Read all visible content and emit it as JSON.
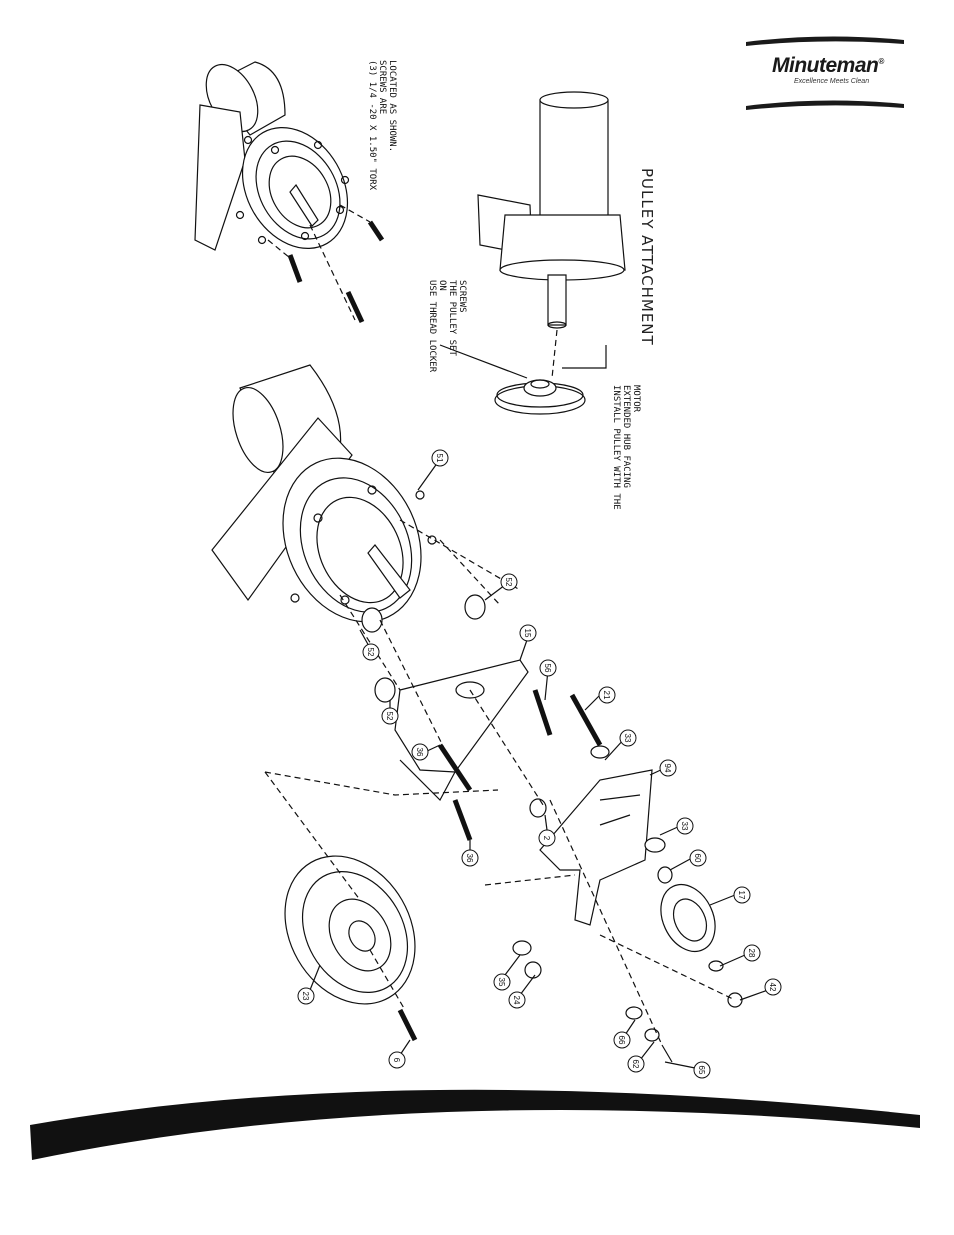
{
  "brand": {
    "name": "Minuteman",
    "registered": "®",
    "tagline": "Excellence Meets Clean"
  },
  "diagram": {
    "title": "PULLEY ATTACHMENT",
    "notes": {
      "torx": [
        "(3) 1/4 -20 X 1.50\" TORX",
        "SCREWS ARE",
        "LOCATED AS SHOWN."
      ],
      "thread_locker": [
        "USE THREAD LOCKER",
        "ON",
        "THE PULLEY SET",
        "SCREWS"
      ],
      "install_pulley": [
        "INSTALL PULLEY WITH THE",
        "EXTENDED HUB FACING",
        "MOTOR"
      ]
    },
    "callouts": [
      "51",
      "52",
      "52",
      "52",
      "15",
      "56",
      "21",
      "36",
      "33",
      "2",
      "94",
      "36",
      "33",
      "60",
      "17",
      "23",
      "35",
      "24",
      "28",
      "42",
      "6",
      "66",
      "62",
      "65"
    ]
  }
}
